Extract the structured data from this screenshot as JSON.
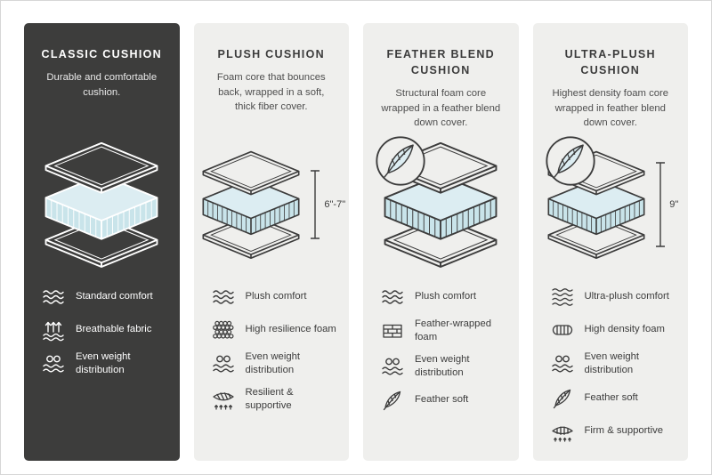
{
  "colors": {
    "page_background": "#ffffff",
    "dark_card_background": "#3d3d3c",
    "light_card_background": "#efefed",
    "ink_on_light": "#3c3c3c",
    "ink_on_dark": "#ffffff",
    "cushion_core_top": "#dcedf2",
    "cushion_core_side": "#c9e4ea"
  },
  "cards": [
    {
      "id": "classic",
      "theme": "dark",
      "title": "CLASSIC CUSHION",
      "description": "Durable and comfortable cushion.",
      "features": [
        {
          "icon": "waves-icon",
          "label": "Standard comfort"
        },
        {
          "icon": "breathable-icon",
          "label": "Breathable fabric"
        },
        {
          "icon": "even-weight-icon",
          "label": "Even weight distribution"
        }
      ]
    },
    {
      "id": "plush",
      "theme": "light",
      "title": "PLUSH CUSHION",
      "description": "Foam core that bounces back, wrapped in a soft, thick fiber cover.",
      "measurement": "6\"-7\"",
      "features": [
        {
          "icon": "waves-icon",
          "label": "Plush comfort"
        },
        {
          "icon": "foam-bubbles-icon",
          "label": "High resilience foam"
        },
        {
          "icon": "even-weight-icon",
          "label": "Even weight distribution"
        },
        {
          "icon": "springs-icon",
          "label": "Resilient & supportive"
        }
      ]
    },
    {
      "id": "feather-blend",
      "theme": "light",
      "title": "FEATHER BLEND CUSHION",
      "description": "Structural foam core wrapped in a feather blend down cover.",
      "badge": "feather",
      "features": [
        {
          "icon": "waves-icon",
          "label": "Plush comfort"
        },
        {
          "icon": "bricks-icon",
          "label": "Feather-wrapped foam"
        },
        {
          "icon": "even-weight-icon",
          "label": "Even weight distribution"
        },
        {
          "icon": "feather-icon",
          "label": "Feather soft"
        }
      ]
    },
    {
      "id": "ultra-plush",
      "theme": "light",
      "title": "ULTRA-PLUSH CUSHION",
      "description": "Highest density foam core wrapped in feather blend down cover.",
      "badge": "feather",
      "measurement": "9\"",
      "features": [
        {
          "icon": "dense-waves-icon",
          "label": "Ultra-plush comfort"
        },
        {
          "icon": "density-foam-icon",
          "label": "High density foam"
        },
        {
          "icon": "even-weight-icon",
          "label": "Even weight distribution"
        },
        {
          "icon": "feather-icon",
          "label": "Feather soft"
        },
        {
          "icon": "firm-supportive-icon",
          "label": "Firm & supportive"
        }
      ]
    }
  ]
}
